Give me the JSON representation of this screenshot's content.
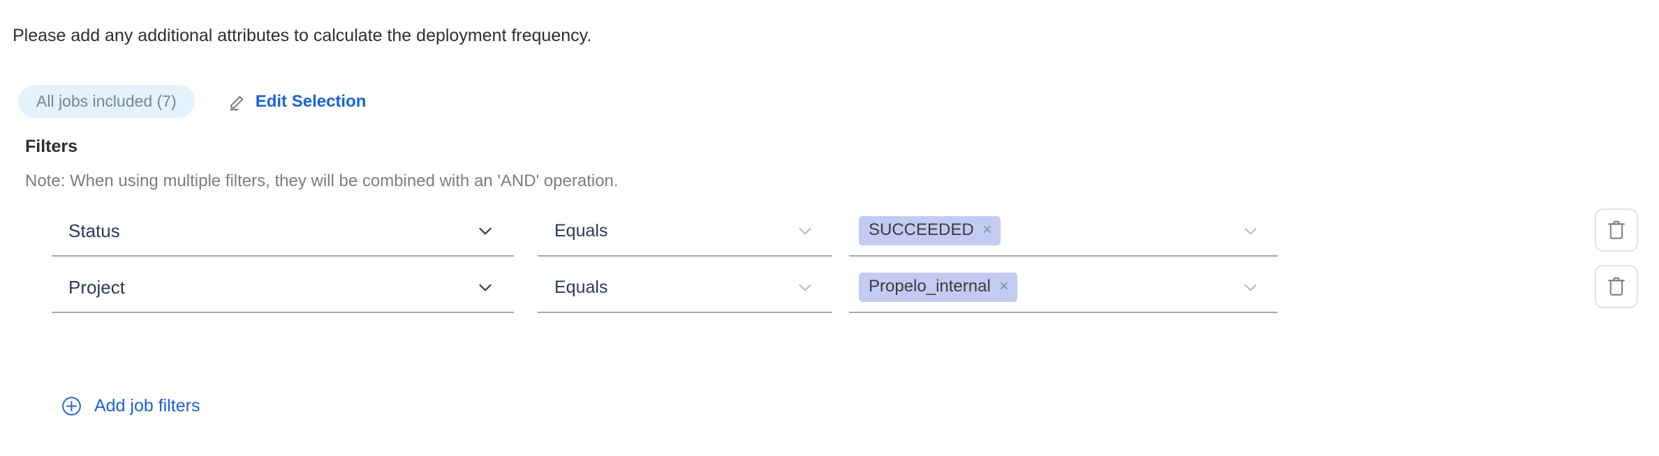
{
  "intro_text": "Please add any additional attributes to calculate the deployment frequency.",
  "jobs": {
    "pill_label": "All jobs included (7)",
    "edit_label": "Edit Selection",
    "edit_icon": "pencil-icon"
  },
  "filters": {
    "title": "Filters",
    "note": "Note: When using multiple filters, they will be combined with an 'AND' operation.",
    "add_label": "Add job filters",
    "add_icon": "plus-circle-icon",
    "delete_icon": "trash-icon",
    "rows": [
      {
        "attribute": "Status",
        "operator": "Equals",
        "value_chip": "SUCCEEDED",
        "chip_remove": "×"
      },
      {
        "attribute": "Project",
        "operator": "Equals",
        "value_chip": "Propelo_internal",
        "chip_remove": "×"
      }
    ]
  },
  "colors": {
    "link_blue": "#1a63d8",
    "pill_background": "#e4f2fb",
    "pill_text": "#7a8594",
    "chip_background": "#c3cbf2",
    "chip_text": "#3c3c3c",
    "field_text": "#2b3a55",
    "field_underline": "#a8a8a8",
    "note_text": "#7d7d7d",
    "chevron_dark": "#2b3a55",
    "chevron_light": "#b3b3b3",
    "trash_stroke": "#7a7a7a",
    "trash_border": "#e2e2e4"
  }
}
